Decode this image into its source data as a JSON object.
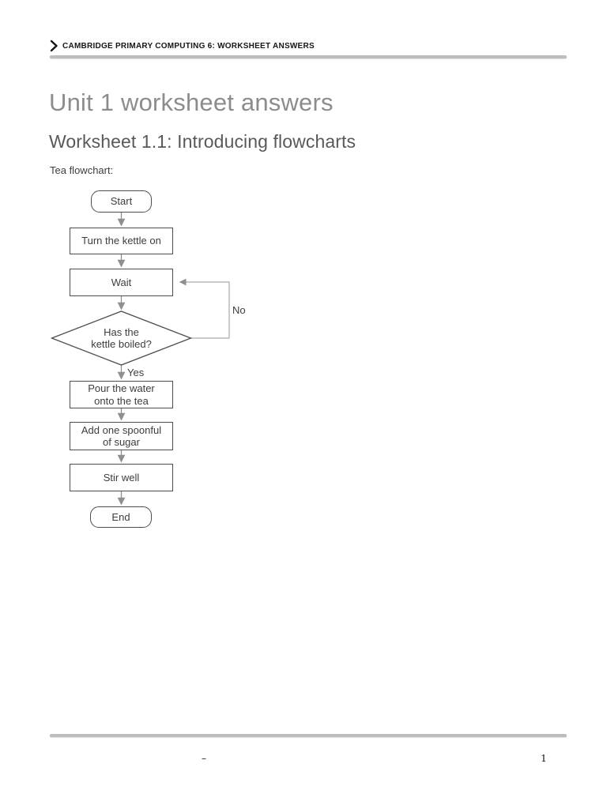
{
  "header": {
    "title": "CAMBRIDGE PRIMARY COMPUTING 6: WORKSHEET ANSWERS"
  },
  "main": {
    "title": "Unit 1 worksheet answers",
    "subtitle": "Worksheet 1.1: Introducing flowcharts",
    "intro": "Tea flowchart:"
  },
  "flowchart": {
    "start": "Start",
    "step_turn_kettle": "Turn the kettle on",
    "step_wait": "Wait",
    "decision_lines": [
      "Has the",
      "kettle boiled?"
    ],
    "label_yes": "Yes",
    "label_no": "No",
    "step_pour_lines": [
      "Pour the water",
      "onto the tea"
    ],
    "step_sugar_lines": [
      "Add one spoonful",
      "of sugar"
    ],
    "step_stir": "Stir well",
    "end": "End"
  },
  "footer": {
    "dash": "–",
    "page_number": "1"
  },
  "colors": {
    "title_text": "#8c8c8c",
    "subtitle_text": "#595959",
    "rule": "#bdbdbd",
    "box_border": "#4d4d4d",
    "box_text": "#3d3d3d",
    "connector": "#8f8f8f",
    "loop_line": "#a9a9a9"
  }
}
